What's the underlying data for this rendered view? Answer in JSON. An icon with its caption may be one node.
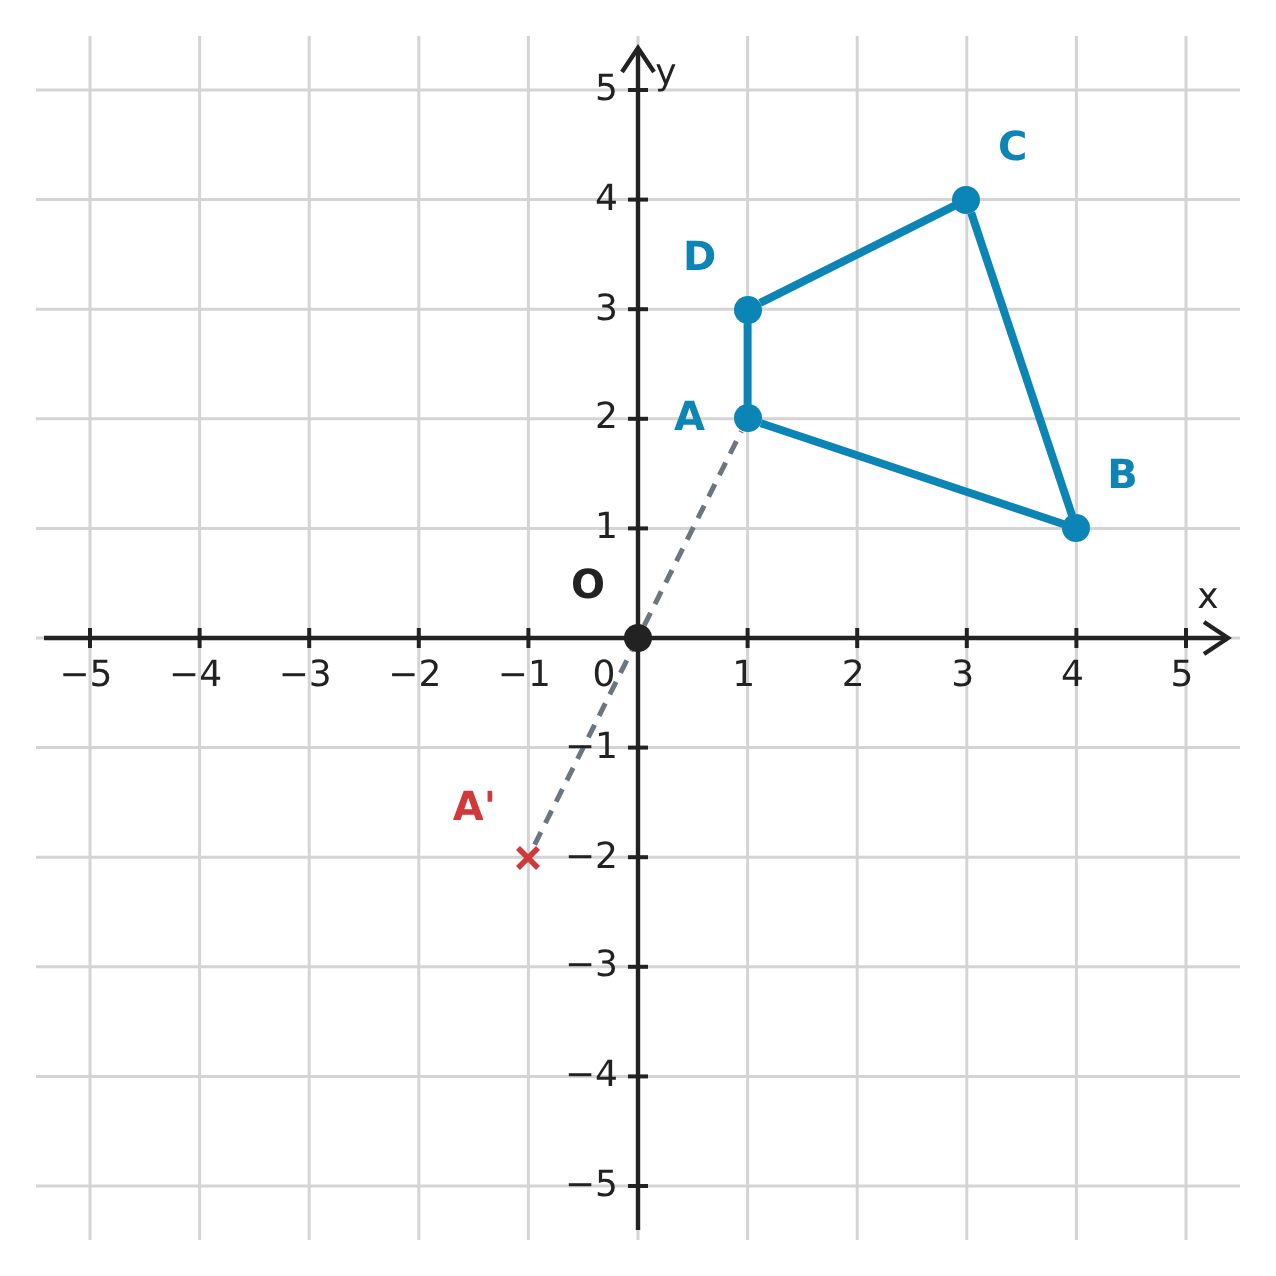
{
  "diagram": {
    "nodes": [
      {
        "text": [
          "A"
        ]
      },
      {
        "text": [
          "B"
        ]
      },
      {
        "text": [
          "C"
        ]
      },
      {
        "text": [
          "D"
        ]
      },
      {
        "text": [
          "O"
        ]
      },
      {
        "text": [
          "A'"
        ]
      }
    ],
    "edges": [
      {
        "from": 0,
        "to": 1,
        "arrow": "none"
      },
      {
        "from": 1,
        "to": 2,
        "arrow": "none"
      },
      {
        "from": 2,
        "to": 3,
        "arrow": "none"
      },
      {
        "from": 3,
        "to": 0,
        "arrow": "none"
      },
      {
        "from": 5,
        "to": 4,
        "arrow": "none",
        "style": "dashed",
        "color": "#6c7680"
      },
      {
        "from": 4,
        "to": 0,
        "arrow": "none",
        "style": "dashed",
        "color": "#6c7680"
      }
    ],
    "labels": [
      "x",
      "y",
      "−5",
      "−4",
      "−3",
      "−2",
      "−1",
      "0",
      "1",
      "2",
      "3",
      "4",
      "5",
      "5",
      "4",
      "3",
      "2",
      "1",
      "−1",
      "−2",
      "−3",
      "−4",
      "−5"
    ]
  }
}
